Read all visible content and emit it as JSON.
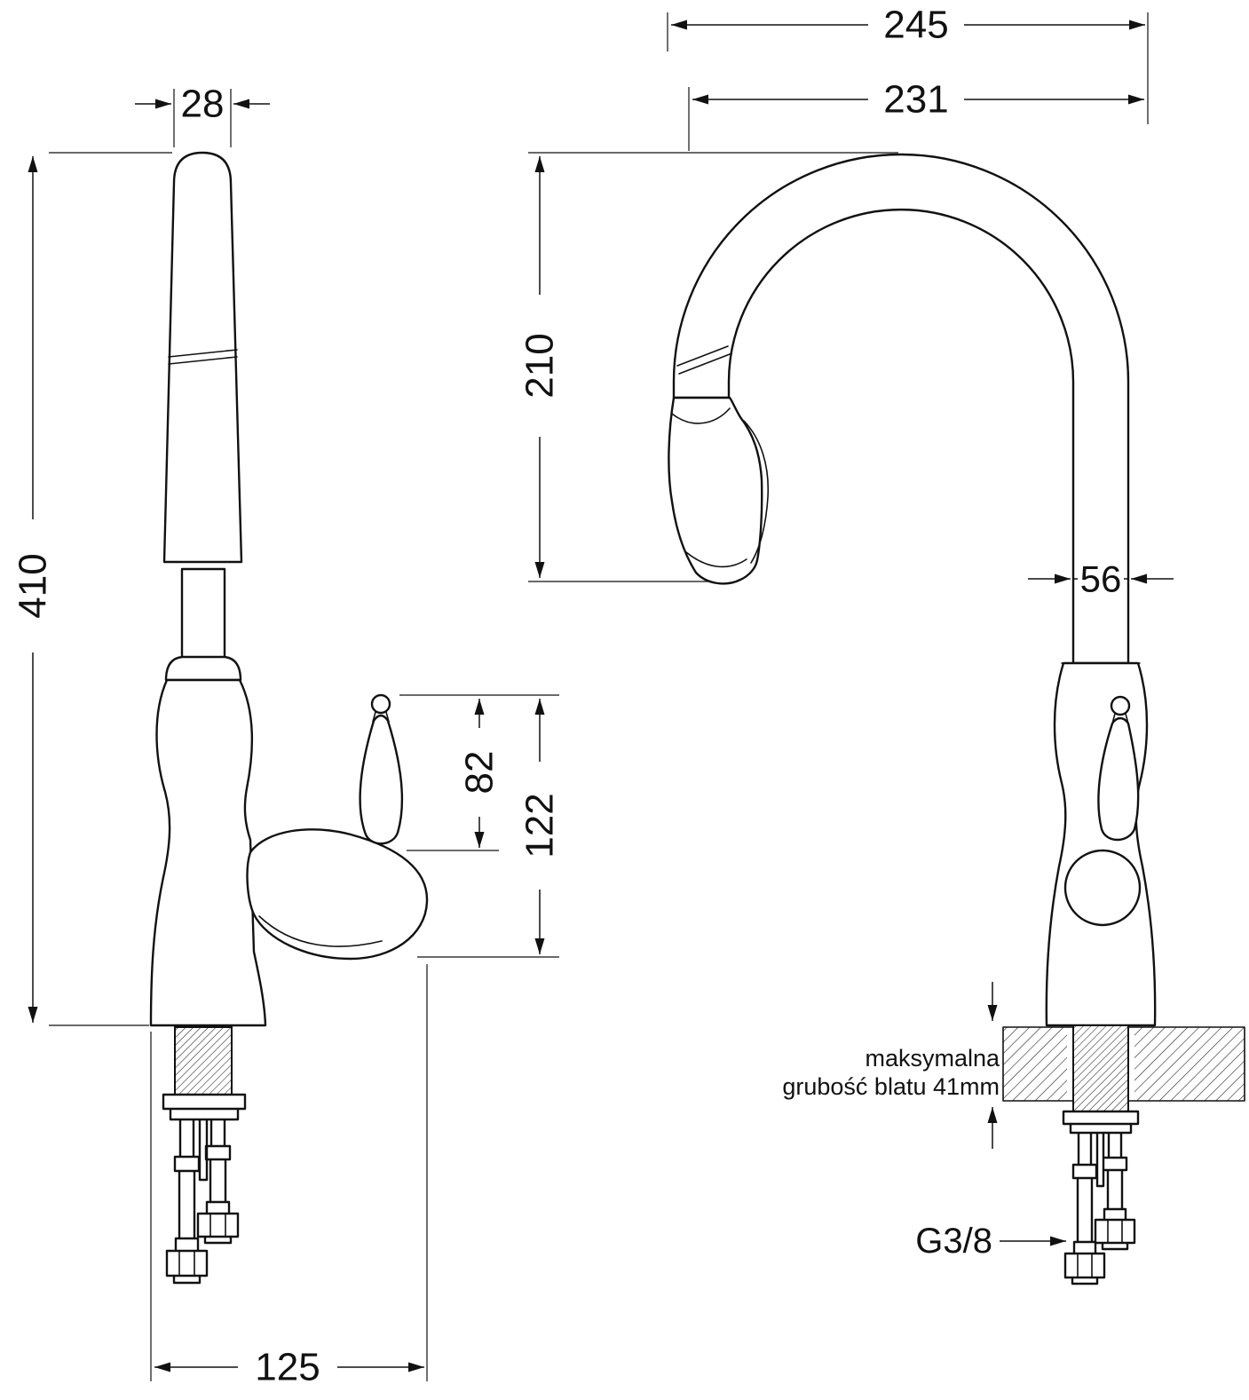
{
  "drawing": {
    "left_view": {
      "dims": {
        "spout_top_width": "28",
        "overall_height": "410",
        "lever_height": "82",
        "handle_total_height": "122",
        "base_depth": "125"
      }
    },
    "right_view": {
      "dims": {
        "overall_width": "245",
        "spout_reach": "231",
        "spout_clearance_height": "210",
        "column_width": "56"
      },
      "countertop_note": {
        "line1": "maksymalna",
        "line2": "grubość blatu 41mm"
      },
      "thread_label": "G3/8"
    }
  }
}
